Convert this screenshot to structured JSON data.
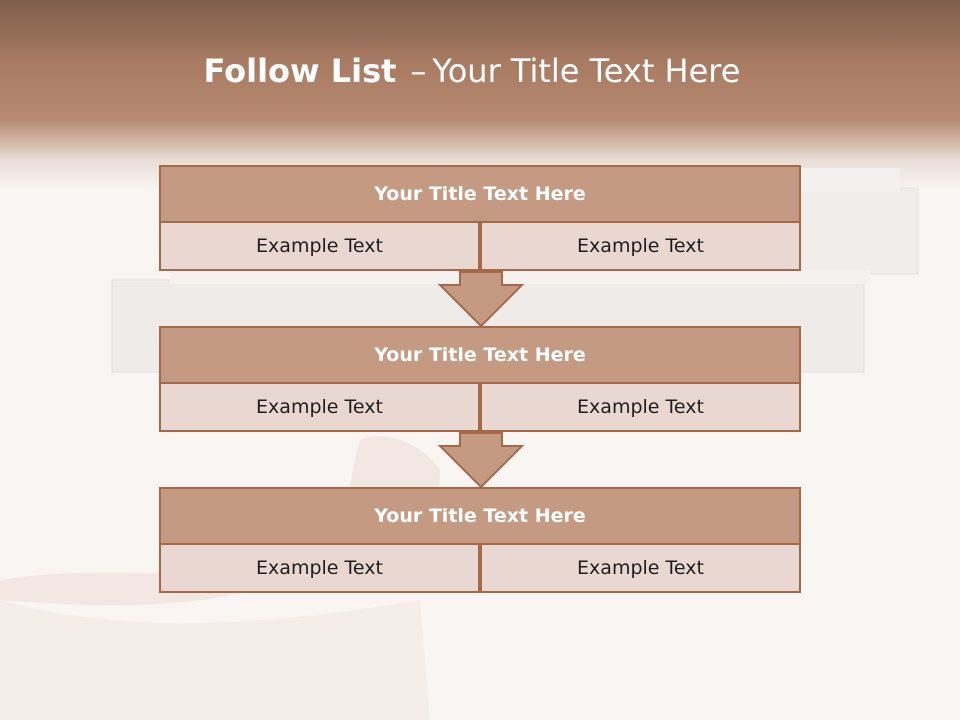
{
  "slide": {
    "title_bold": "Follow List",
    "title_dash": "–",
    "title_rest": "Your Title Text Here"
  },
  "blocks": [
    {
      "title": "Your Title Text Here",
      "left": "Example Text",
      "right": "Example Text"
    },
    {
      "title": "Your Title Text Here",
      "left": "Example Text",
      "right": "Example Text"
    },
    {
      "title": "Your Title Text Here",
      "left": "Example Text",
      "right": "Example Text"
    }
  ],
  "colors": {
    "header_band": "#b78a71",
    "block_head_fill": "#c49a82",
    "cell_fill": "#e9d8d2",
    "border": "#a7684a",
    "arrow_fill": "#c49a82"
  },
  "icons": [
    "arrow-down-icon"
  ]
}
